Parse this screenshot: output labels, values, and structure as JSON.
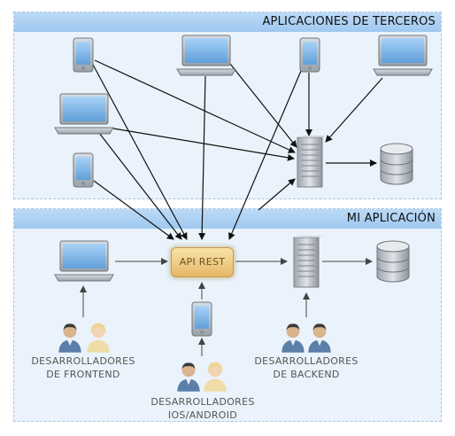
{
  "top_panel": {
    "title": "APLICACIONES DE TERCEROS"
  },
  "bottom_panel": {
    "title": "MI APLICACIÓN"
  },
  "api_box": {
    "label": "API REST"
  },
  "groups": {
    "frontend": {
      "line1": "DESARROLLADORES",
      "line2": "DE FRONTEND"
    },
    "mobile": {
      "line1": "DESARROLLADORES",
      "line2": "IOS/ANDROID"
    },
    "backend": {
      "line1": "DESARROLLADORES",
      "line2": "DE BACKEND"
    }
  },
  "colors": {
    "panel_fill": "#eaf3fb",
    "band": "#a8cdf2",
    "api_fill": "#efcb80",
    "device_screen": "#7fb6e8",
    "server": "#b9bfc6"
  }
}
